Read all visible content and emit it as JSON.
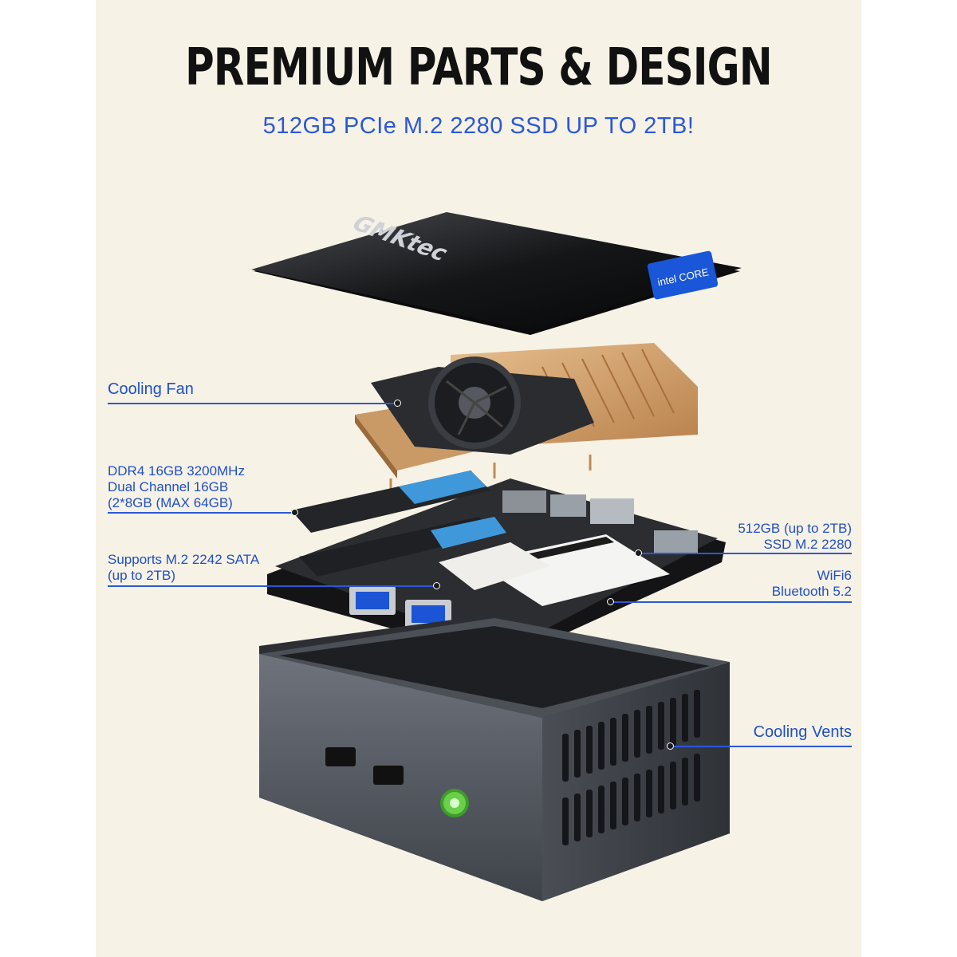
{
  "header": {
    "title": "PREMIUM PARTS & DESIGN",
    "subtitle": "512GB PCIe M.2 2280 SSD UP TO 2TB!"
  },
  "product": {
    "brand_logo": "GMKtec",
    "chip_badge": "intel CORE"
  },
  "callouts": {
    "cooling_fan": "Cooling Fan",
    "ddr4": [
      "DDR4 16GB 3200MHz",
      "Dual Channel 16GB",
      "(2*8GB (MAX 64GB)"
    ],
    "m2_sata": [
      "Supports M.2 2242 SATA",
      "(up to 2TB)"
    ],
    "ssd": [
      "512GB (up to 2TB)",
      "SSD M.2 2280"
    ],
    "wifi": [
      "WiFi6",
      "Bluetooth 5.2"
    ],
    "cooling_vents": "Cooling Vents"
  },
  "colors": {
    "background": "#f7f2e6",
    "callout_blue": "#2b58d8",
    "power_led": "#6ad04a"
  }
}
